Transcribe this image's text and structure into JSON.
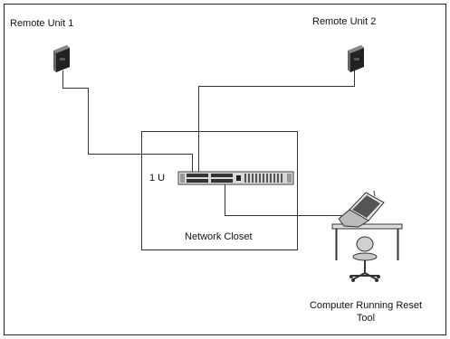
{
  "diagram": {
    "remote_unit_1": "Remote Unit 1",
    "remote_unit_2": "Remote Unit 2",
    "rack_label": "1 U",
    "network_closet": "Network Closet",
    "computer_label_line1": "Computer Running Reset",
    "computer_label_line2": "Tool"
  }
}
